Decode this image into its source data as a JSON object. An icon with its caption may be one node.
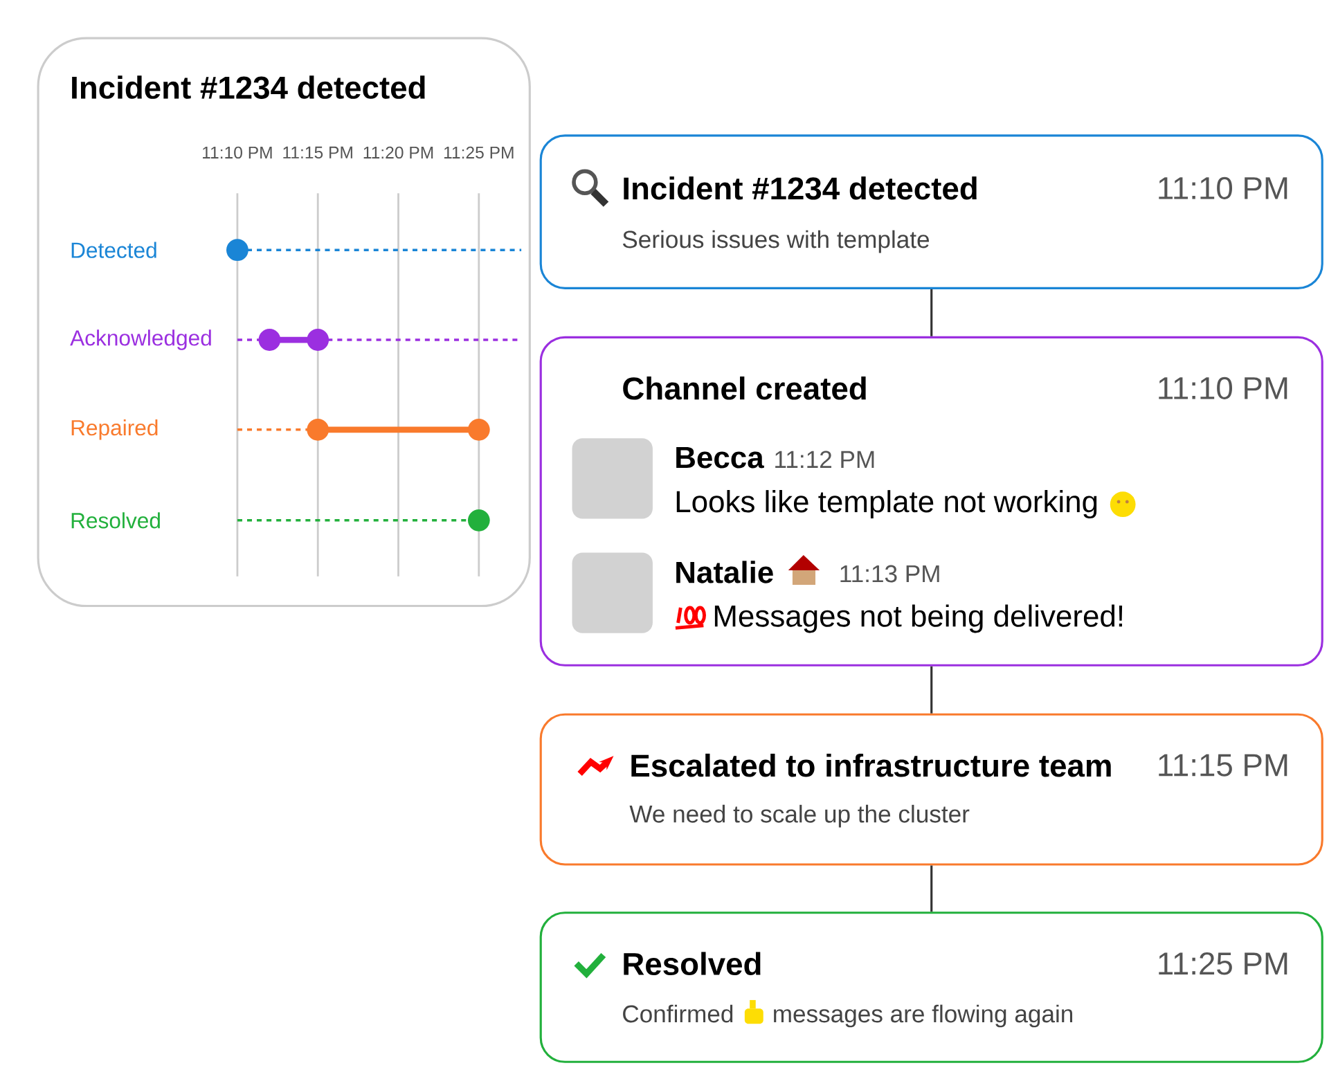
{
  "diagram": {
    "nodes": [
      {
        "text": [
          "Incident #1234 detected"
        ]
      },
      {
        "text": [
          "Incident #1234 detected",
          "11:10 PM",
          "Serious issues with template"
        ]
      },
      {
        "text": [
          "Channel created",
          "11:10 PM"
        ]
      },
      {
        "text": [
          "Becca",
          "11:12 PM",
          "Looks like template not working"
        ],
        "in": 2
      },
      {
        "text": [
          "Natalie",
          "11:13 PM",
          "Messages not being delivered!"
        ],
        "in": 2
      },
      {
        "text": [
          "Escalated to infrastructure team",
          "11:15 PM",
          "We need to scale up the cluster"
        ]
      },
      {
        "text": [
          "Resolved",
          "11:25 PM",
          "Confirmed",
          "messages are flowing again"
        ]
      }
    ],
    "edges": [
      {
        "from": 1,
        "to": 2,
        "arrow": "none"
      },
      {
        "from": 2,
        "to": 5,
        "arrow": "none"
      },
      {
        "from": 5,
        "to": 6,
        "arrow": "none"
      }
    ],
    "labels": [
      "11:10 PM",
      "11:15 PM",
      "11:20 PM",
      "11:25 PM",
      "Detected",
      "Acknowledged",
      "Repaired",
      "Resolved"
    ]
  }
}
